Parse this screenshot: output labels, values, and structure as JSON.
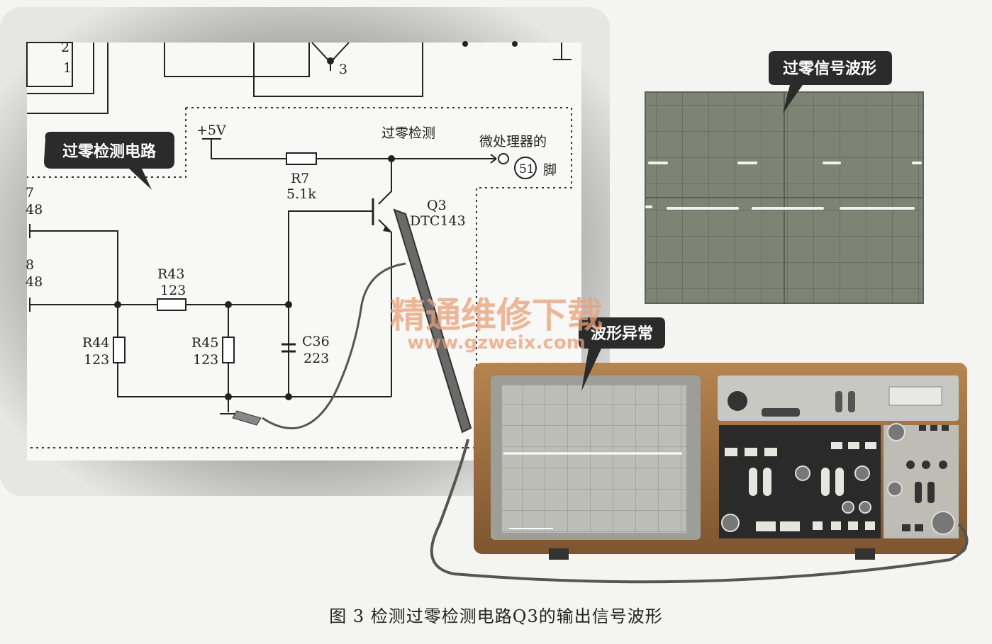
{
  "callouts": {
    "zero_cross_circuit": "过零检测电路",
    "zero_cross_waveform": "过零信号波形",
    "abnormal_waveform": "波形异常"
  },
  "schematic": {
    "supply": "+5V",
    "node_label": "过零检测",
    "mcu_label": "微处理器的",
    "pin_number": "51",
    "pin_suffix": "脚",
    "r7": {
      "name": "R7",
      "value": "5.1k"
    },
    "q3": {
      "name": "Q3",
      "model": "DTC143"
    },
    "r43": {
      "name": "R43",
      "value": "123"
    },
    "r44": {
      "name": "R44",
      "value": "123"
    },
    "r45": {
      "name": "R45",
      "value": "123"
    },
    "c36": {
      "name": "C36",
      "value": "223"
    },
    "connector_pins": [
      "2",
      "1"
    ],
    "pin3": "3",
    "partial_left_labels": [
      "7",
      "48",
      "8",
      "48"
    ]
  },
  "watermark": {
    "cn": "精通维修下载",
    "url": "www.gzweix.com"
  },
  "caption": "图 3  检测过零检测电路Q3的输出信号波形",
  "colors": {
    "screen_bg": "#7d8474",
    "grid": "#5d6358",
    "trace": "#f2f2ee",
    "scope_body": "#9a6b3a",
    "scope_panel": "#2a2a2a",
    "callout_bg": "#2b2b2b",
    "watermark": "#e8a07a"
  }
}
